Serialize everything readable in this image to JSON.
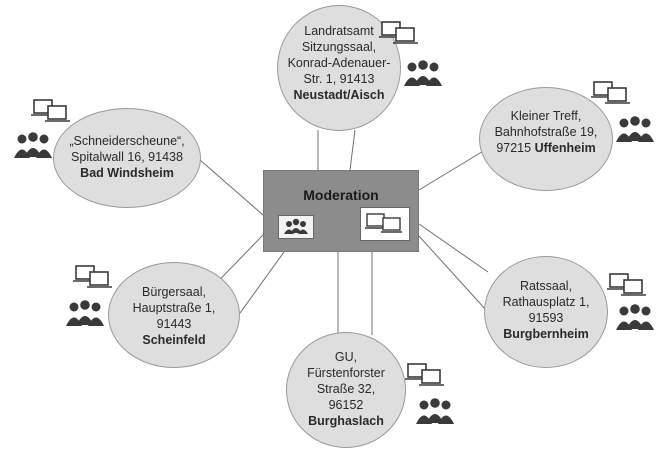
{
  "colors": {
    "node_fill": "#dedede",
    "node_border": "#9a9a9a",
    "center_fill": "#8c8c8c",
    "icon": "#3a3a3a",
    "edge": "#707070"
  },
  "center": {
    "title": "Moderation",
    "icons": [
      "people-icon",
      "laptops-icon"
    ]
  },
  "nodes": [
    {
      "id": "neustadt",
      "lines": [
        "Landratsamt",
        "Sitzungssaal,",
        "Konrad-Adenauer-",
        "Str. 1, 91413"
      ],
      "city": "Neustadt/Aisch"
    },
    {
      "id": "bad-windsheim",
      "lines": [
        "„Schneiderscheune“,",
        "Spitalwall 16, 91438"
      ],
      "city": "Bad Windsheim"
    },
    {
      "id": "uffenheim",
      "lines": [
        "Kleiner Treff,",
        "Bahnhofstraße 19,",
        "97215"
      ],
      "city": "Uffenheim"
    },
    {
      "id": "scheinfeld",
      "lines": [
        "Bürgersaal,",
        "Hauptstraße 1,",
        "91443"
      ],
      "city": "Scheinfeld"
    },
    {
      "id": "burgbernheim",
      "lines": [
        "Ratssaal,",
        "Rathausplatz 1,",
        "91593"
      ],
      "city": "Burgbernheim"
    },
    {
      "id": "burghaslach",
      "lines": [
        "GU,",
        "Fürstenforster",
        "Straße 32,",
        "96152"
      ],
      "city": "Burghaslach"
    }
  ],
  "icon_names": [
    "laptops-icon",
    "people-icon"
  ]
}
